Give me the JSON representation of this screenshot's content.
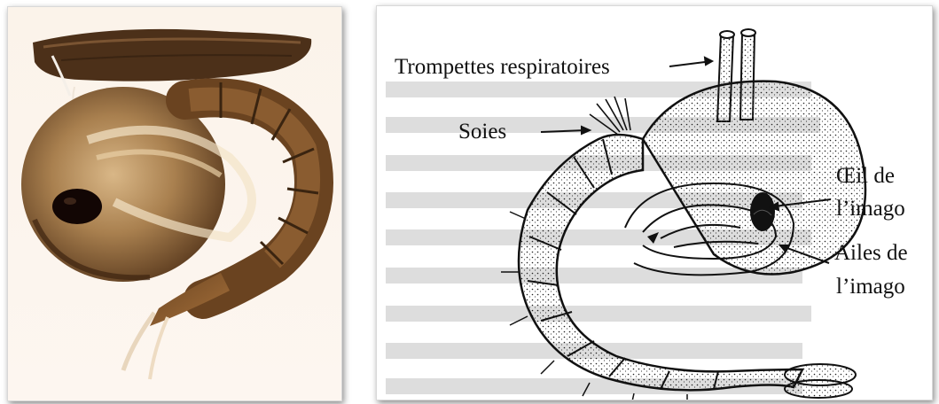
{
  "photo": {
    "alt": "pupa photograph"
  },
  "drawing": {
    "labels": {
      "trumpets": "Trompettes respiratoires",
      "setae": "Soies",
      "eye_line1": "Œil de",
      "eye_line2": "l’imago",
      "wings_line1": "Ailes de",
      "wings_line2": "l’imago"
    }
  }
}
